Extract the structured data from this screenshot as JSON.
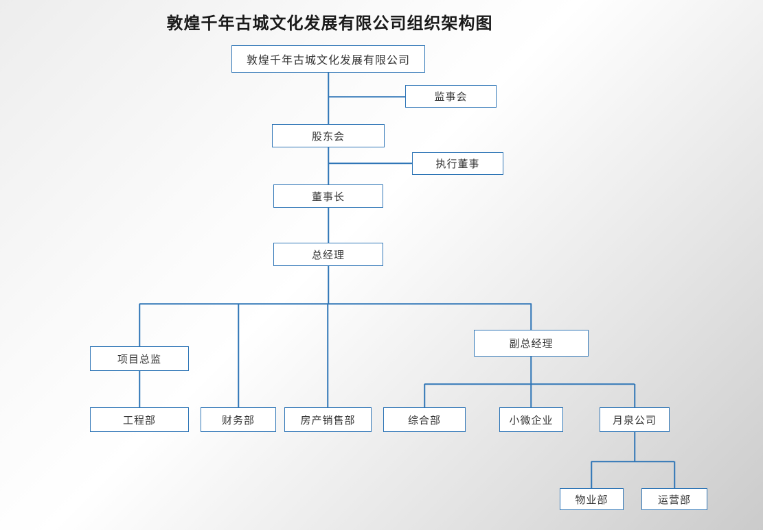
{
  "title": "敦煌千年古城文化发展有限公司组织架构图",
  "colors": {
    "border": "#2e75b6",
    "line": "#2e75b6",
    "text": "#333333",
    "title": "#1a1a1a"
  },
  "nodes": {
    "root": {
      "label": "敦煌千年古城文化发展有限公司"
    },
    "supervisory_board": {
      "label": "监事会"
    },
    "shareholders_meeting": {
      "label": "股东会"
    },
    "executive_director": {
      "label": "执行董事"
    },
    "chairman": {
      "label": "董事长"
    },
    "general_manager": {
      "label": "总经理"
    },
    "project_director": {
      "label": "项目总监"
    },
    "deputy_general_manager": {
      "label": "副总经理"
    },
    "engineering_dept": {
      "label": "工程部"
    },
    "finance_dept": {
      "label": "财务部"
    },
    "real_estate_sales_dept": {
      "label": "房产销售部"
    },
    "general_affairs_dept": {
      "label": "综合部"
    },
    "small_micro_enterprises": {
      "label": "小微企业"
    },
    "yuequan_company": {
      "label": "月泉公司"
    },
    "property_dept": {
      "label": "物业部"
    },
    "operations_dept": {
      "label": "运营部"
    }
  }
}
